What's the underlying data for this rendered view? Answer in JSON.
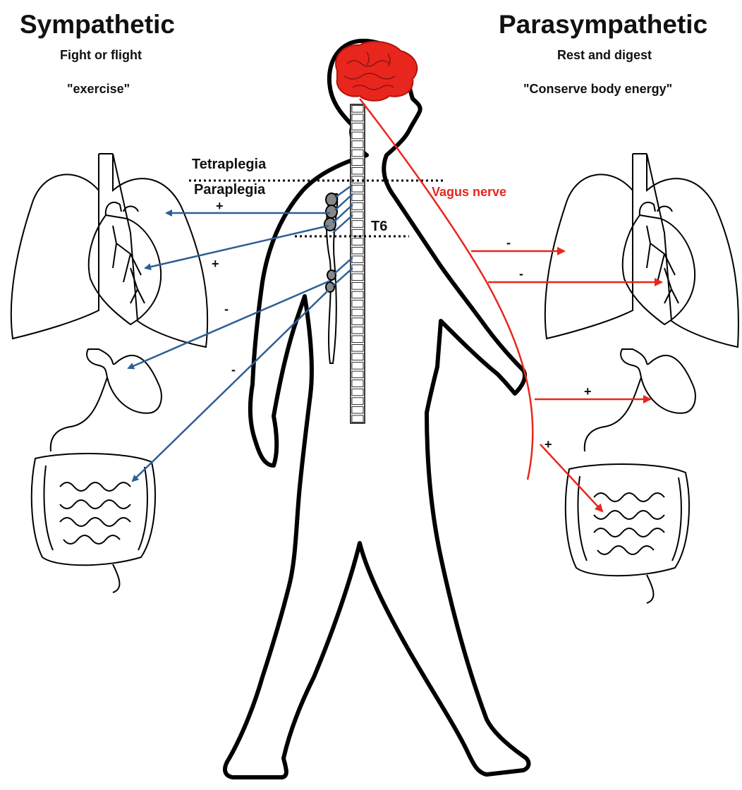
{
  "sympathetic": {
    "title": "Sympathetic",
    "subtitle": "Fight or flight",
    "note": "\"exercise\""
  },
  "parasympathetic": {
    "title": "Parasympathetic",
    "subtitle": "Rest and digest",
    "note": "\"Conserve body energy\""
  },
  "levels": {
    "tetraplegia": "Tetraplegia",
    "paraplegia": "Paraplegia",
    "t6": "T6"
  },
  "vagus_label": "Vagus nerve",
  "signs": {
    "symp_lungs": "+",
    "symp_heart": "+",
    "symp_stomach": "-",
    "symp_intestine": "-",
    "para_lungs": "-",
    "para_heart": "-",
    "para_stomach": "+",
    "para_intestine": "+"
  },
  "colors": {
    "sympathetic_arrow": "#2c5f95",
    "parasympathetic_arrow": "#e8261e",
    "brain": "#e8261e",
    "outline": "#000000"
  }
}
